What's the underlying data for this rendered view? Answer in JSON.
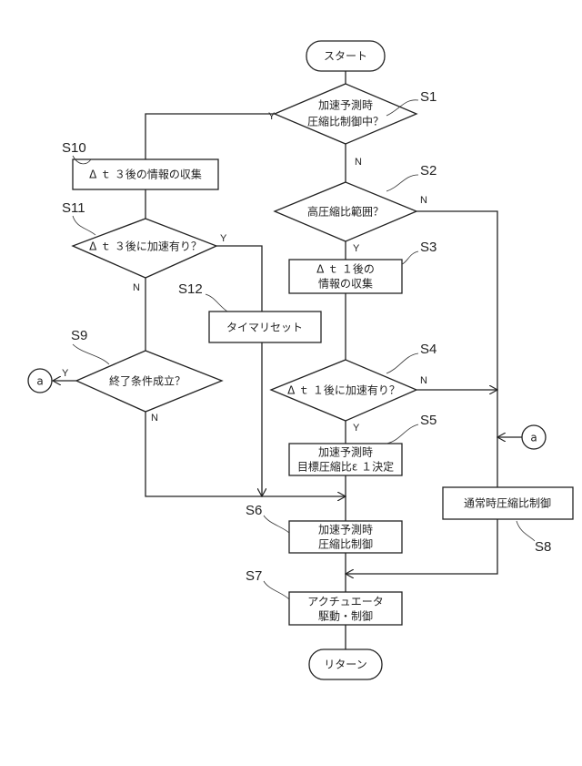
{
  "nodes": {
    "start": "スタート",
    "s1": [
      "加速予測時",
      "圧縮比制御中？"
    ],
    "s2": "高圧縮比範囲？",
    "s3": [
      "Δ ｔ １後の",
      "情報の収集"
    ],
    "s4": "Δ ｔ １後に加速有り？",
    "s5": [
      "加速予測時",
      "目標圧縮比ε １決定"
    ],
    "s6": [
      "加速予測時",
      "圧縮比制御"
    ],
    "s7": [
      "アクチュエータ",
      "駆動・制御"
    ],
    "s8": "通常時圧縮比制御",
    "s9": "終了条件成立？",
    "s10": "Δ ｔ ３後の情報の収集",
    "s11": "Δ ｔ ３後に加速有り？",
    "s12": "タイマリセット",
    "end": "リターン",
    "connector": "a"
  },
  "step_labels": {
    "s1": "S1",
    "s2": "S2",
    "s3": "S3",
    "s4": "S4",
    "s5": "S5",
    "s6": "S6",
    "s7": "S7",
    "s8": "S8",
    "s9": "S9",
    "s10": "S10",
    "s11": "S11",
    "s12": "S12"
  },
  "branch": {
    "yes": "Y",
    "no": "N"
  }
}
